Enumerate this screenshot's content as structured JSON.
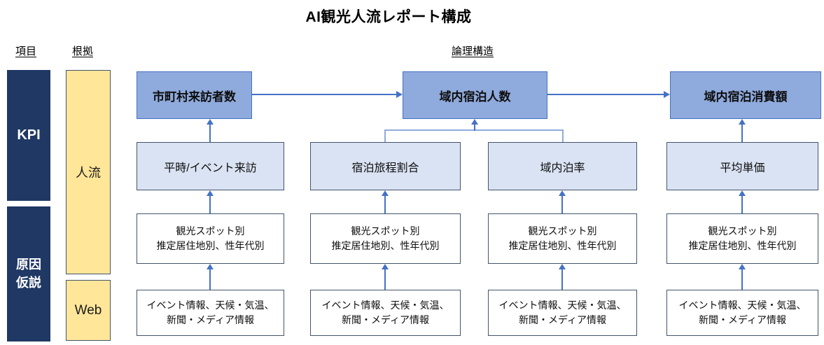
{
  "title": "AI観光人流レポート構成",
  "column_headers": {
    "item": "項目",
    "evidence": "根拠",
    "logic_structure": "論理構造"
  },
  "row_labels": {
    "kpi": "KPI",
    "cause_hypothesis": "原因\n仮説",
    "people_flow": "人流",
    "web": "Web"
  },
  "kpi_boxes": [
    "市町村来訪者数",
    "域内宿泊人数",
    "域内宿泊消費額"
  ],
  "driver_boxes": [
    "平時/イベント来訪",
    "宿泊旅程割合",
    "域内泊率",
    "平均単価"
  ],
  "people_flow_boxes": [
    "観光スポット別\n推定居住地別、性年代別",
    "観光スポット別\n推定居住地別、性年代別",
    "観光スポット別\n推定居住地別、性年代別",
    "観光スポット別\n推定居住地別、性年代別"
  ],
  "web_boxes": [
    "イベント情報、天候・気温、\n新聞・メディア情報",
    "イベント情報、天候・気温、\n新聞・メディア情報",
    "イベント情報、天候・気温、\n新聞・メディア情報",
    "イベント情報、天候・気温、\n新聞・メディア情報"
  ],
  "colors": {
    "navy": "#1f3864",
    "yellow_fill": "#ffe699",
    "kpi_fill": "#8faadc",
    "kpi_border": "#4472c4",
    "driver_fill": "#dae3f3",
    "box_border": "#44546a",
    "arrow": "#4472c4",
    "bracket": "#8faadc"
  }
}
